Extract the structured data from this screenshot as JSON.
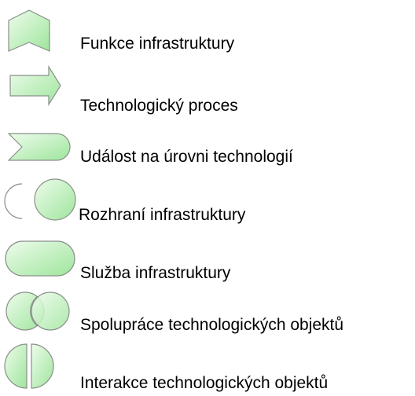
{
  "colors": {
    "fill_light": "#e9fbe8",
    "fill_dark": "#9fe79f",
    "stroke": "#8a8f8a",
    "text": "#000000"
  },
  "legend": {
    "items": [
      {
        "icon": "infrastructure-function-icon",
        "label": "Funkce infrastruktury"
      },
      {
        "icon": "technology-process-icon",
        "label": "Technologický proces"
      },
      {
        "icon": "technology-event-icon",
        "label": "Událost na úrovni technologií"
      },
      {
        "icon": "infrastructure-interface-icon",
        "label": "Rozhraní infrastruktury"
      },
      {
        "icon": "infrastructure-service-icon",
        "label": "Služba infrastruktury"
      },
      {
        "icon": "technology-collaboration-icon",
        "label": "Spolupráce technologických objektů"
      },
      {
        "icon": "technology-interaction-icon",
        "label": "Interakce technologických objektů"
      }
    ]
  }
}
